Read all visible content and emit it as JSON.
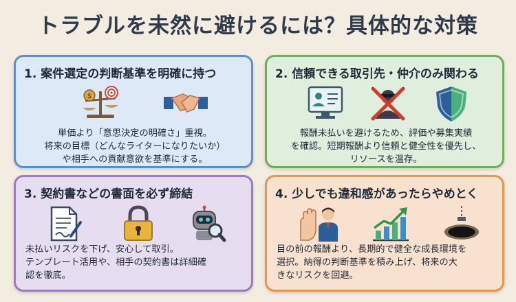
{
  "title": "トラブルを未然に避けるには？具体的な対策",
  "cards": [
    {
      "heading": "1. 案件選定の判断基準を明確に持つ",
      "lines": [
        "単価より「意思決定の明確さ」重視。",
        "将来の目標（どんなライターになりたいか）",
        "や相手への貢献意欲を基準にする。"
      ],
      "icons": [
        "money-scale-target-icon",
        "handshake-icon"
      ],
      "color": "#5b8fcf"
    },
    {
      "heading": "2. 信頼できる取引先・仲介のみ関わる",
      "lines": [
        "報酬未払いを避けるため、評価や募集実績",
        "を確認。短期報酬より信頼と健全性を優先し、",
        "リソースを温存。"
      ],
      "icons": [
        "profile-check-icon",
        "crossed-out-person-icon",
        "shield-icon"
      ],
      "color": "#6cae5e"
    },
    {
      "heading": "3. 契約書などの書面を必ず締結",
      "lines": [
        "未払いリスクを下げ、安心して取引。",
        "テンプレート活用や、相手の契約書は詳細確",
        "認を徹底。"
      ],
      "icons": [
        "contract-document-icon",
        "padlock-icon",
        "robot-magnifier-icon"
      ],
      "color": "#9b79c6"
    },
    {
      "heading": "4. 少しでも違和感があったらやめとく",
      "lines": [
        "目の前の報酬より、長期的で健全な成長環境を",
        "選択。納得の判断基準を積み上げ、将来の大",
        "きなリスクを回避。"
      ],
      "icons": [
        "stop-hand-person-icon",
        "growth-chart-icon",
        "pitfall-hole-icon"
      ],
      "color": "#e4964e"
    }
  ]
}
